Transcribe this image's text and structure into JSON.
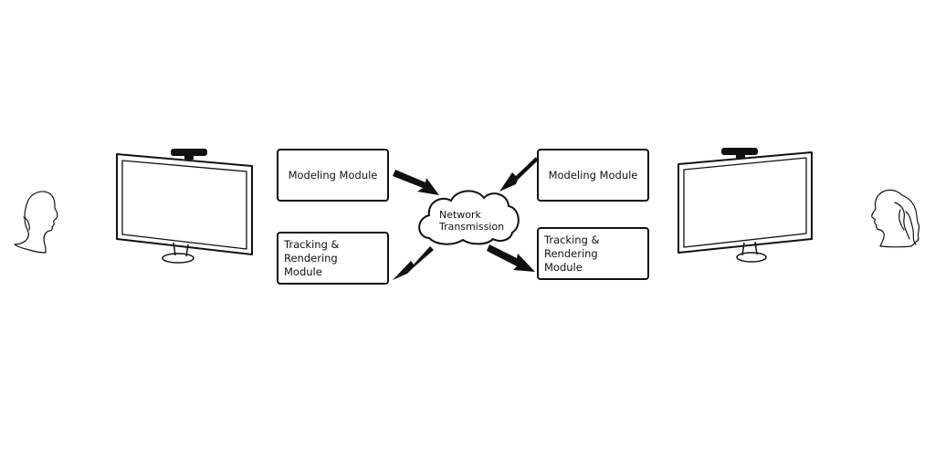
{
  "modules": {
    "left_modeling": "Modeling Module",
    "left_tracking_line1": "Tracking & Rendering",
    "left_tracking_line2": "Module",
    "right_modeling": "Modeling Module",
    "right_tracking_line1": "Tracking & Rendering",
    "right_tracking_line2": "Module"
  },
  "network": {
    "line1": "Network",
    "line2": "Transmission"
  },
  "icons": {
    "left_person": "male-head-profile-icon",
    "right_person": "female-head-profile-icon",
    "monitor": "monitor-with-camera-icon",
    "cloud": "cloud-icon",
    "arrow": "lightning-arrow-icon"
  },
  "colors": {
    "stroke": "#111111",
    "background": "#ffffff"
  }
}
